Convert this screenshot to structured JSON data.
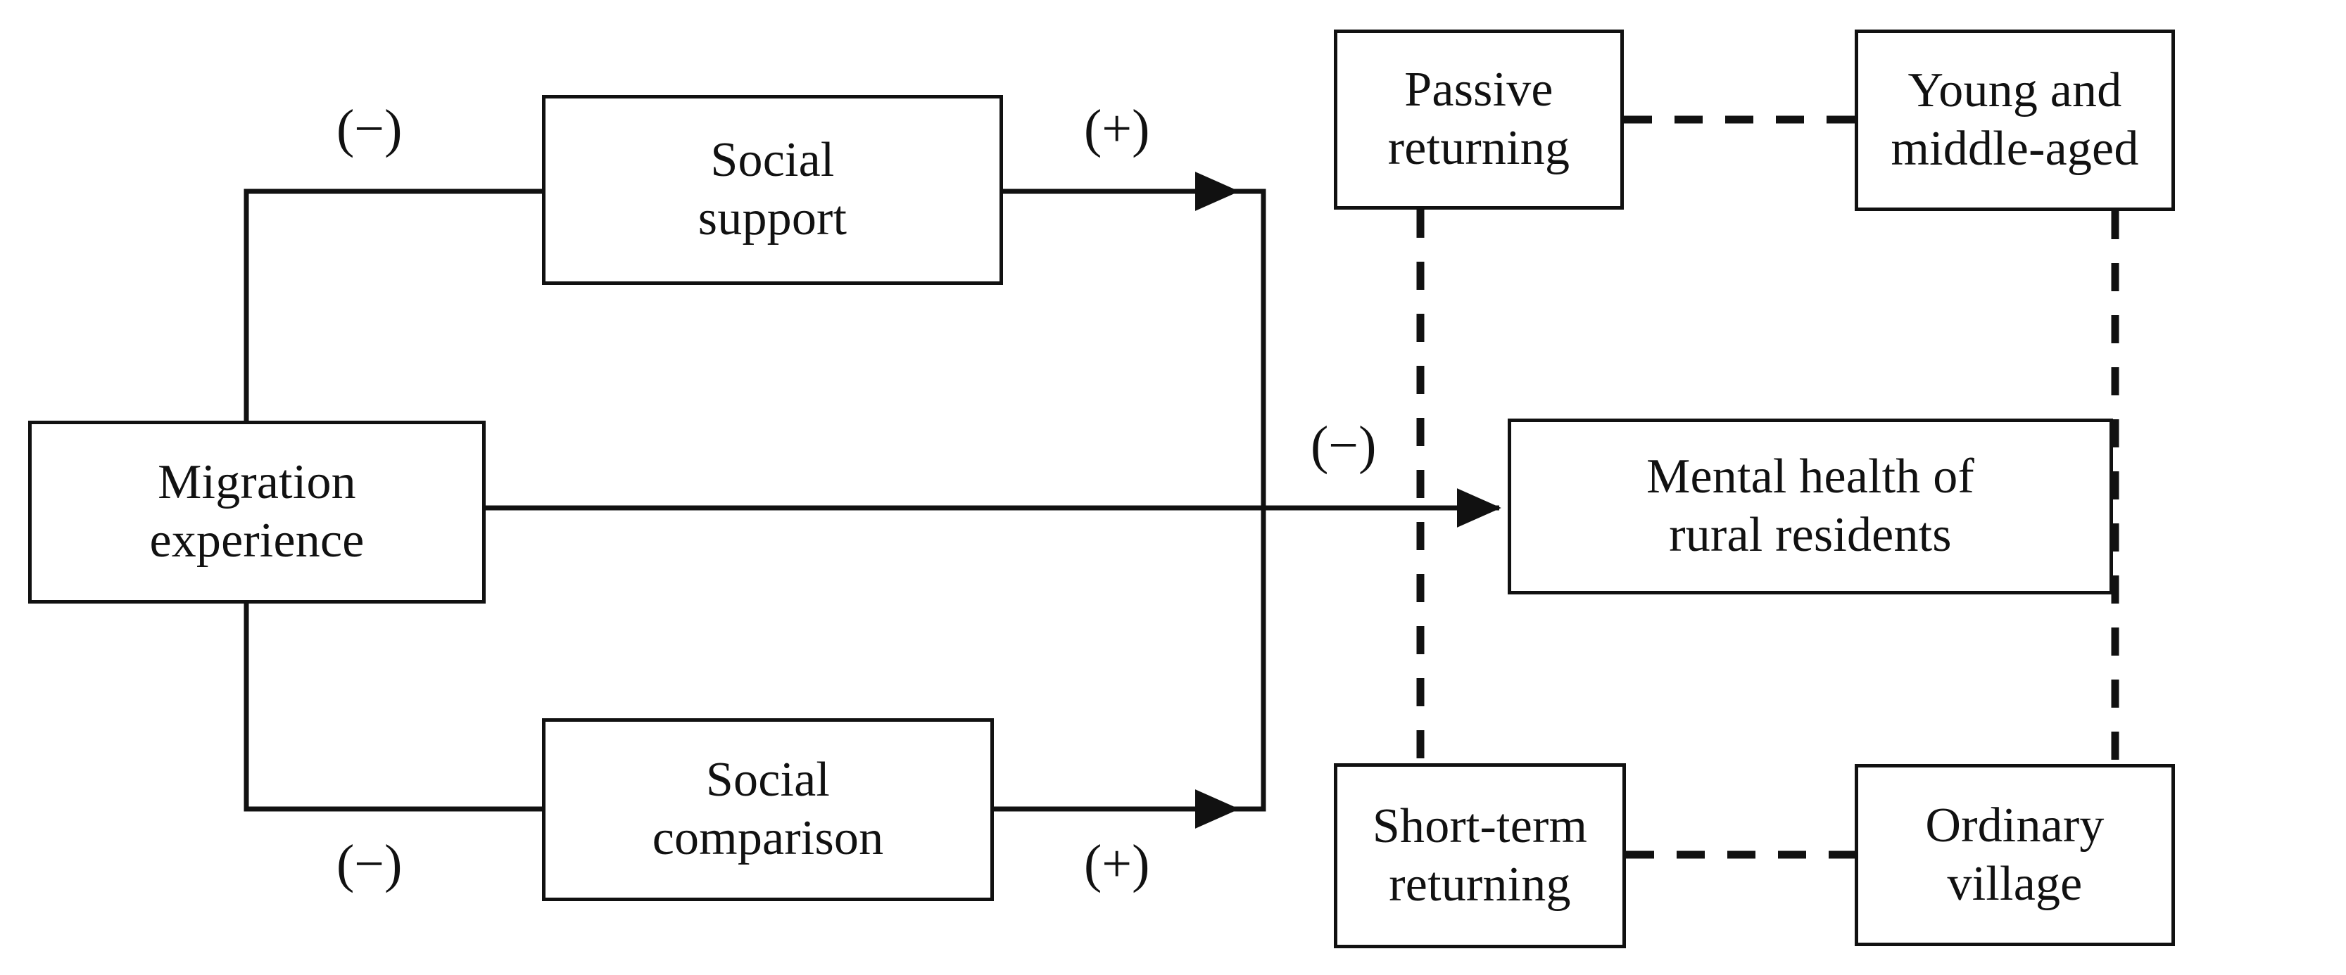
{
  "diagram": {
    "type": "conceptual-path-model",
    "background_color": "#ffffff",
    "line_color": "#111111",
    "nodes": [
      {
        "id": "migration-experience",
        "lines": [
          "Migration",
          "experience"
        ]
      },
      {
        "id": "social-support",
        "lines": [
          "Social",
          "support"
        ]
      },
      {
        "id": "social-comparison",
        "lines": [
          "Social",
          "comparison"
        ]
      },
      {
        "id": "mental-health",
        "lines": [
          "Mental health of",
          "rural residents"
        ]
      },
      {
        "id": "passive-returning",
        "lines": [
          "Passive",
          "returning"
        ]
      },
      {
        "id": "young-middle-aged",
        "lines": [
          "Young and",
          "middle-aged"
        ]
      },
      {
        "id": "short-term-returning",
        "lines": [
          "Short-term",
          "returning"
        ]
      },
      {
        "id": "ordinary-village",
        "lines": [
          "Ordinary",
          "village"
        ]
      }
    ],
    "sign_labels": [
      {
        "id": "sign-migration-to-support",
        "text": "(−)"
      },
      {
        "id": "sign-support-to-mental-health",
        "text": "(+)"
      },
      {
        "id": "sign-migration-to-mental-health",
        "text": "(−)"
      },
      {
        "id": "sign-migration-to-comparison",
        "text": "(−)"
      },
      {
        "id": "sign-comparison-to-mental-health",
        "text": "(+)"
      }
    ],
    "edges": [
      {
        "from": "migration-experience",
        "to": "social-support",
        "style": "solid",
        "arrow": true,
        "sign": "(−)"
      },
      {
        "from": "migration-experience",
        "to": "social-comparison",
        "style": "solid",
        "arrow": true,
        "sign": "(−)"
      },
      {
        "from": "migration-experience",
        "to": "mental-health",
        "style": "solid",
        "arrow": true,
        "sign": "(−)"
      },
      {
        "from": "social-support",
        "to": "mental-health",
        "style": "solid",
        "arrow": true,
        "sign": "(+)"
      },
      {
        "from": "social-comparison",
        "to": "mental-health",
        "style": "solid",
        "arrow": true,
        "sign": "(+)"
      },
      {
        "from": "passive-returning",
        "to": "young-middle-aged",
        "style": "dashed",
        "arrow": false
      },
      {
        "from": "short-term-returning",
        "to": "ordinary-village",
        "style": "dashed",
        "arrow": false
      },
      {
        "from": "passive-returning",
        "to": "short-term-returning",
        "style": "dashed",
        "arrow": false
      },
      {
        "from": "young-middle-aged",
        "to": "ordinary-village",
        "style": "dashed",
        "arrow": false
      }
    ]
  }
}
